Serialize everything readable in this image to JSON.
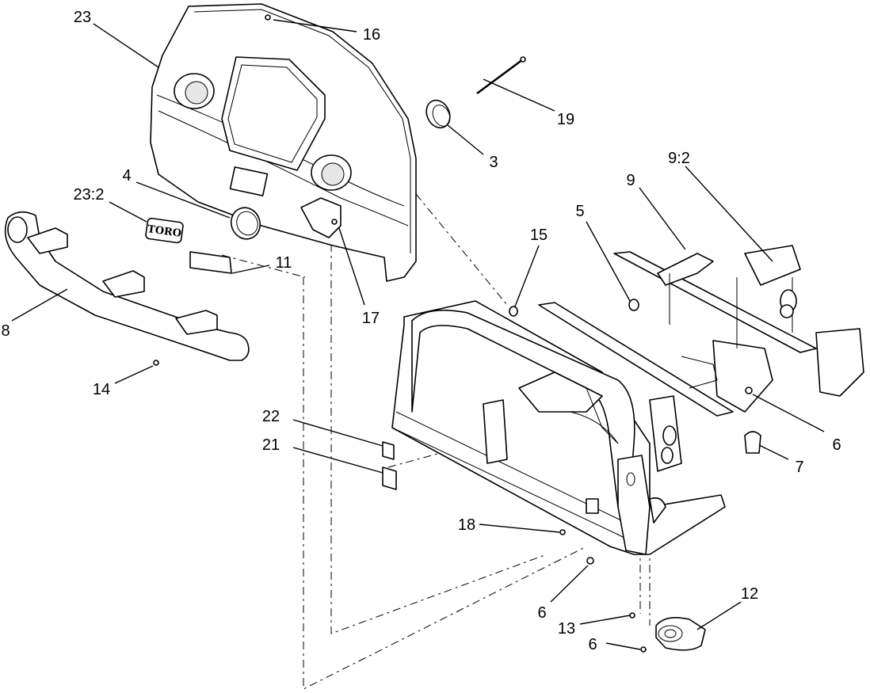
{
  "callouts": {
    "c23": "23",
    "c16": "16",
    "c19": "19",
    "c3": "3",
    "c4": "4",
    "c23_2": "23:2",
    "c9": "9",
    "c9_2": "9:2",
    "c5": "5",
    "c15": "15",
    "c11": "11",
    "c17": "17",
    "c8": "8",
    "c14": "14",
    "c6a": "6",
    "c7": "7",
    "c22": "22",
    "c21": "21",
    "c18": "18",
    "c12": "12",
    "c6b": "6",
    "c13": "13",
    "c6c": "6"
  },
  "decal_logo_text": "TORO",
  "colors": {
    "line": "#000000",
    "background": "#ffffff",
    "shade": "#e6e6e6"
  }
}
